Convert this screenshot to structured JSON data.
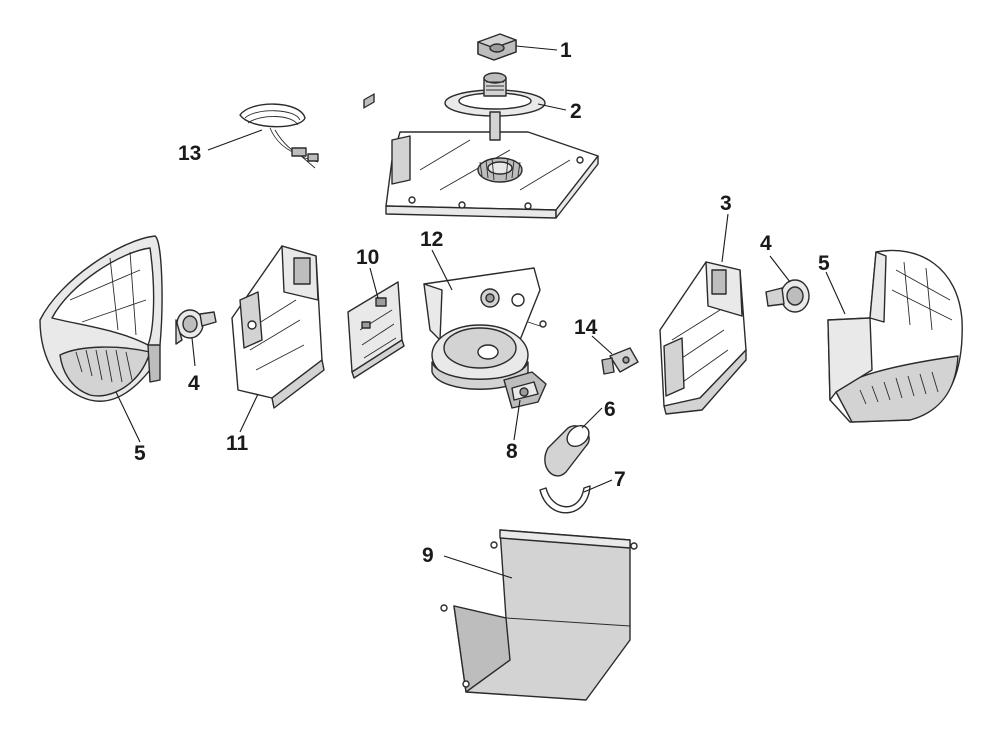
{
  "callouts": [
    {
      "id": "1",
      "label": "1"
    },
    {
      "id": "2",
      "label": "2"
    },
    {
      "id": "3",
      "label": "3"
    },
    {
      "id": "4a",
      "label": "4"
    },
    {
      "id": "4b",
      "label": "4"
    },
    {
      "id": "5a",
      "label": "5"
    },
    {
      "id": "5b",
      "label": "5"
    },
    {
      "id": "6",
      "label": "6"
    },
    {
      "id": "7",
      "label": "7"
    },
    {
      "id": "8",
      "label": "8"
    },
    {
      "id": "9",
      "label": "9"
    },
    {
      "id": "10",
      "label": "10"
    },
    {
      "id": "11",
      "label": "11"
    },
    {
      "id": "12",
      "label": "12"
    },
    {
      "id": "13",
      "label": "13"
    },
    {
      "id": "14",
      "label": "14"
    }
  ]
}
